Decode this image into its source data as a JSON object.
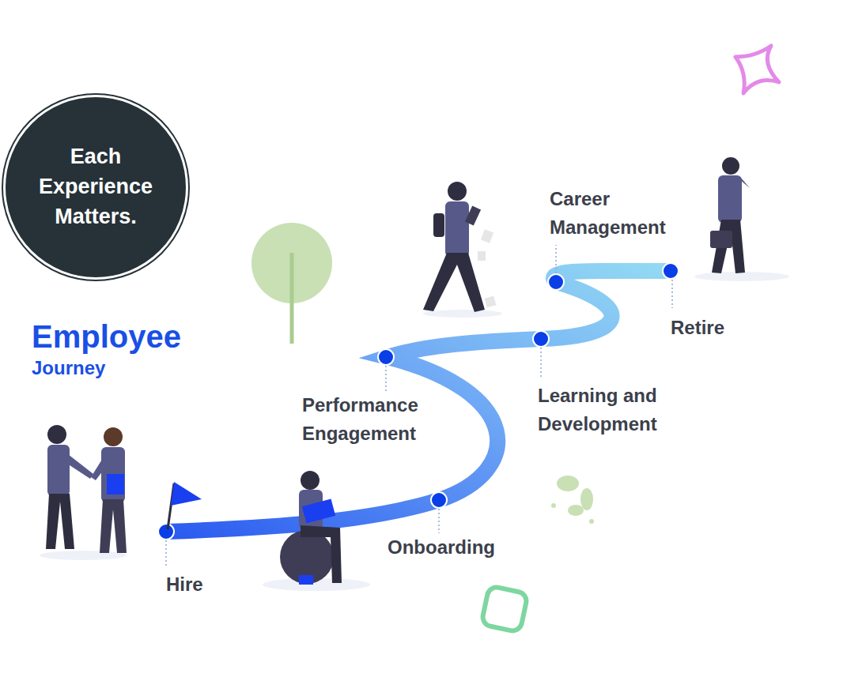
{
  "diagram": {
    "nodes": [
      {
        "text": [
          "Each Experience Matters."
        ]
      }
    ],
    "labels": [
      "Employee",
      "Journey",
      "Hire",
      "Onboarding",
      "Performance Engagement",
      "Learning and Development",
      "Career Management",
      "Retire"
    ]
  }
}
